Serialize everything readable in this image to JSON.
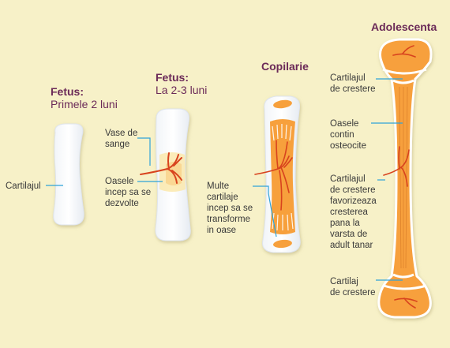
{
  "stages": {
    "fetus_early": {
      "title": "Fetus:",
      "subtitle": "Primele 2 luni"
    },
    "fetus_late": {
      "title": "Fetus:",
      "subtitle": "La 2-3 luni"
    },
    "childhood": {
      "title": "Copilarie"
    },
    "adolescence": {
      "title": "Adolescenta"
    }
  },
  "labels": {
    "cartilage": "Cartilajul",
    "blood_vessels": [
      "Vase de",
      "sange"
    ],
    "bones_begin": [
      "Oasele",
      "incep sa se",
      "dezvolte"
    ],
    "many_cartilages": [
      "Multe",
      "cartilaje",
      "incep sa se",
      "transforme",
      "in oase"
    ],
    "growth_cartilage_top": [
      "Cartilajul",
      "de crestere"
    ],
    "bones_osteocytes": [
      "Oasele",
      "contin",
      "osteocite"
    ],
    "growth_cartilage_favors": [
      "Cartilajul",
      "de crestere",
      "favorizeaza",
      "cresterea",
      "pana la",
      "varsta de",
      "adult tanar"
    ],
    "growth_cartilage_bottom": [
      "Cartilaj",
      "de crestere"
    ]
  },
  "colors": {
    "background": "#f7f1c8",
    "title": "#6b2a58",
    "cartilage": "#ffffff",
    "bone": "#f7a03c",
    "vessel": "#d8431e",
    "leader": "#2fa3d8"
  }
}
